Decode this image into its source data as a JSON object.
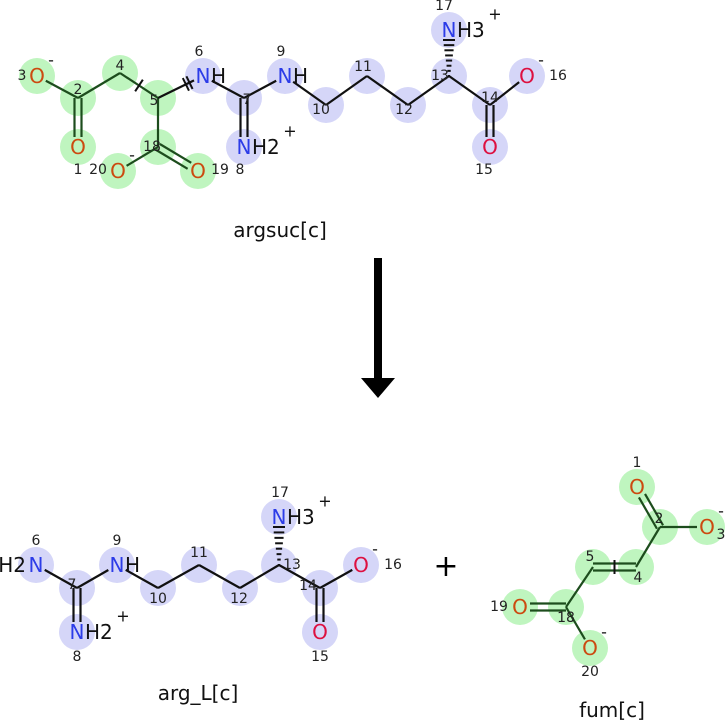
{
  "colors": {
    "green_highlight": "#bff5bf",
    "blue_highlight": "#d5d6f8",
    "green_bond": "#1d4d1d",
    "bond": "#111111",
    "oxygen_green": "#cc4a10",
    "oxygen_blue": "#dd1040",
    "nitrogen": "#2c3ce8"
  },
  "reaction": {
    "arrow_icon": "down-arrow",
    "plus_sign": "+"
  },
  "molecules": [
    {
      "name": "argsuc[c]",
      "atoms": [
        {
          "num": "3",
          "el": "O",
          "h": "",
          "charge": "-",
          "hl": "green"
        },
        {
          "num": "2",
          "el": "C",
          "h": "",
          "charge": "",
          "hl": "green"
        },
        {
          "num": "1",
          "el": "O",
          "h": "",
          "charge": "",
          "hl": "green"
        },
        {
          "num": "4",
          "el": "C",
          "h": "",
          "charge": "",
          "hl": "green"
        },
        {
          "num": "5",
          "el": "C",
          "h": "",
          "charge": "",
          "hl": "green"
        },
        {
          "num": "18",
          "el": "C",
          "h": "",
          "charge": "",
          "hl": "green"
        },
        {
          "num": "20",
          "el": "O",
          "h": "",
          "charge": "-",
          "hl": "green"
        },
        {
          "num": "19",
          "el": "O",
          "h": "",
          "charge": "",
          "hl": "green"
        },
        {
          "num": "6",
          "el": "N",
          "h": "H",
          "charge": "",
          "hl": "blue"
        },
        {
          "num": "7",
          "el": "C",
          "h": "",
          "charge": "",
          "hl": "blue"
        },
        {
          "num": "8",
          "el": "N",
          "h": "H2",
          "charge": "+",
          "hl": "blue"
        },
        {
          "num": "9",
          "el": "N",
          "h": "H",
          "charge": "",
          "hl": "blue"
        },
        {
          "num": "10",
          "el": "C",
          "h": "",
          "charge": "",
          "hl": "blue"
        },
        {
          "num": "11",
          "el": "C",
          "h": "",
          "charge": "",
          "hl": "blue"
        },
        {
          "num": "12",
          "el": "C",
          "h": "",
          "charge": "",
          "hl": "blue"
        },
        {
          "num": "13",
          "el": "C",
          "h": "",
          "charge": "",
          "hl": "blue"
        },
        {
          "num": "17",
          "el": "N",
          "h": "H3",
          "charge": "+",
          "hl": "blue"
        },
        {
          "num": "14",
          "el": "C",
          "h": "",
          "charge": "",
          "hl": "blue"
        },
        {
          "num": "15",
          "el": "O",
          "h": "",
          "charge": "",
          "hl": "blue"
        },
        {
          "num": "16",
          "el": "O",
          "h": "",
          "charge": "-",
          "hl": "blue"
        }
      ]
    },
    {
      "name": "arg_L[c]",
      "atoms": [
        {
          "num": "6",
          "el": "N",
          "h": "H2",
          "charge": "",
          "hl": "blue"
        },
        {
          "num": "7",
          "el": "C",
          "h": "",
          "charge": "",
          "hl": "blue"
        },
        {
          "num": "8",
          "el": "N",
          "h": "H2",
          "charge": "+",
          "hl": "blue"
        },
        {
          "num": "9",
          "el": "N",
          "h": "H",
          "charge": "",
          "hl": "blue"
        },
        {
          "num": "10",
          "el": "C",
          "h": "",
          "charge": "",
          "hl": "blue"
        },
        {
          "num": "11",
          "el": "C",
          "h": "",
          "charge": "",
          "hl": "blue"
        },
        {
          "num": "12",
          "el": "C",
          "h": "",
          "charge": "",
          "hl": "blue"
        },
        {
          "num": "13",
          "el": "C",
          "h": "",
          "charge": "",
          "hl": "blue"
        },
        {
          "num": "17",
          "el": "N",
          "h": "H3",
          "charge": "+",
          "hl": "blue"
        },
        {
          "num": "14",
          "el": "C",
          "h": "",
          "charge": "",
          "hl": "blue"
        },
        {
          "num": "15",
          "el": "O",
          "h": "",
          "charge": "",
          "hl": "blue"
        },
        {
          "num": "16",
          "el": "O",
          "h": "",
          "charge": "-",
          "hl": "blue"
        }
      ]
    },
    {
      "name": "fum[c]",
      "atoms": [
        {
          "num": "1",
          "el": "O",
          "h": "",
          "charge": "",
          "hl": "green"
        },
        {
          "num": "2",
          "el": "C",
          "h": "",
          "charge": "",
          "hl": "green"
        },
        {
          "num": "3",
          "el": "O",
          "h": "",
          "charge": "-",
          "hl": "green"
        },
        {
          "num": "4",
          "el": "C",
          "h": "",
          "charge": "",
          "hl": "green"
        },
        {
          "num": "5",
          "el": "C",
          "h": "",
          "charge": "",
          "hl": "green"
        },
        {
          "num": "18",
          "el": "C",
          "h": "",
          "charge": "",
          "hl": "green"
        },
        {
          "num": "19",
          "el": "O",
          "h": "",
          "charge": "",
          "hl": "green"
        },
        {
          "num": "20",
          "el": "O",
          "h": "",
          "charge": "-",
          "hl": "green"
        }
      ]
    }
  ]
}
